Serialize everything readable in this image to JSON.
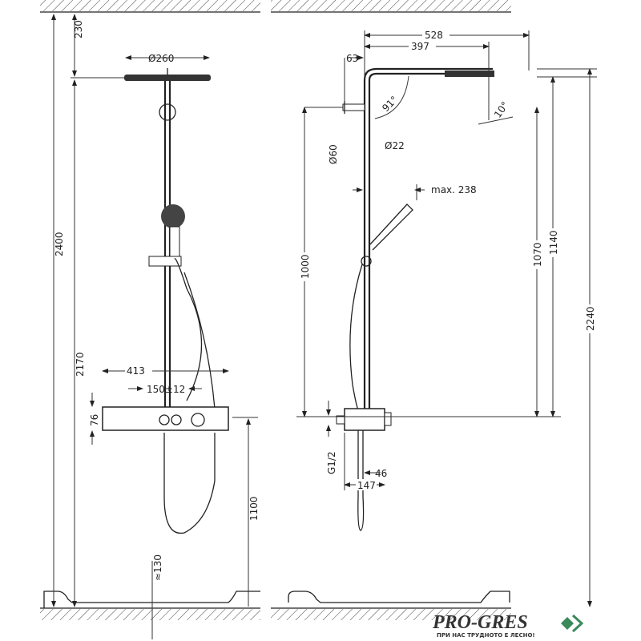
{
  "front_view": {
    "dim_top": "230",
    "dim_head_diameter": "Ø260",
    "dim_total_height": "2400",
    "dim_head_height": "2170",
    "dim_thermostat_width": "413",
    "dim_connection_spacing": "150±12",
    "dim_thermostat_height": "76",
    "dim_thermostat_elevation": "1100",
    "dim_floor_gap": "≈130"
  },
  "side_view": {
    "dim_arm_total": "528",
    "dim_arm_reach": "397",
    "dim_wall_offset": "63",
    "dim_angle_arm": "91°",
    "dim_angle_head": "10°",
    "dim_bracket_diameter": "Ø60",
    "dim_pipe_diameter": "Ø22",
    "dim_hand_shower_max": "max. 238",
    "dim_rail_length": "1000",
    "dim_head_to_thermostat": "1070",
    "dim_arm_to_thermostat": "1140",
    "dim_head_height_floor": "2240",
    "dim_thread": "G1/2",
    "dim_offset_46": "46",
    "dim_depth": "147"
  },
  "logo": {
    "name": "PRO-GRES",
    "tagline": "ПРИ НАС ТРУДНОТО Е ЛЕСНО!",
    "color": "#3a8a5a"
  }
}
